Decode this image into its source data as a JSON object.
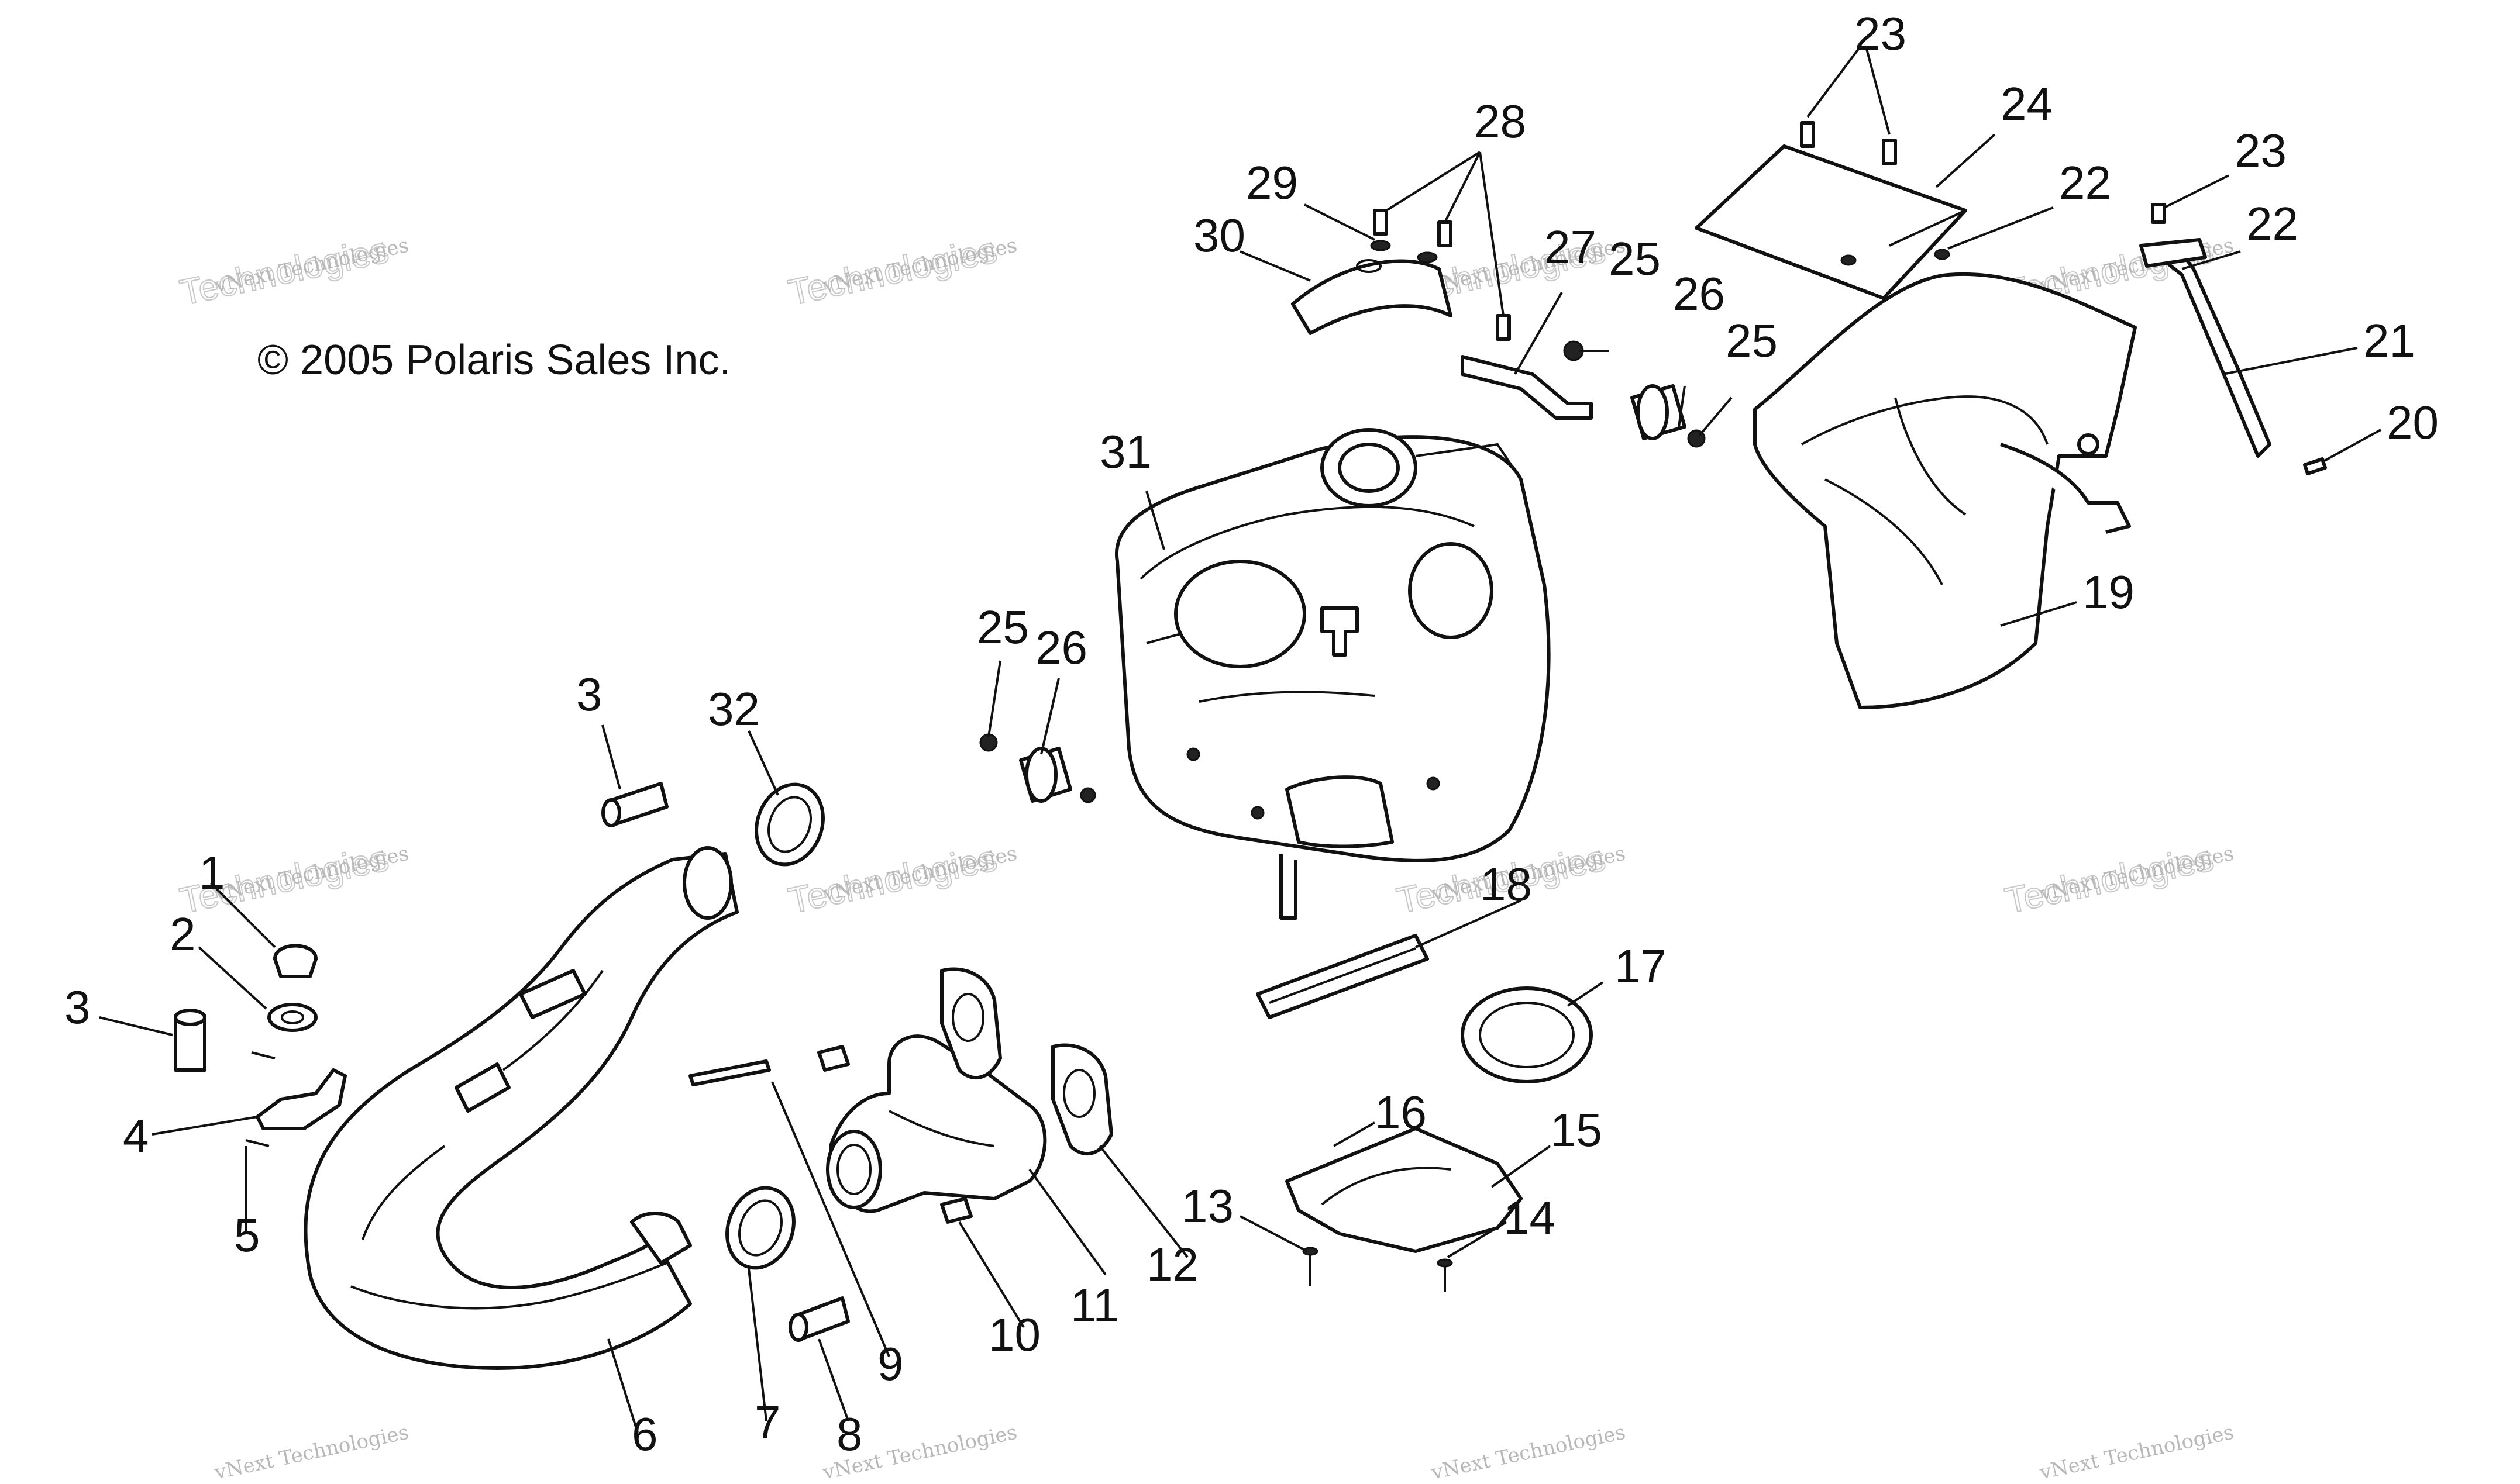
{
  "copyright": "© 2005 Polaris Sales Inc.",
  "watermark": {
    "line1": "vNext Technologies",
    "line2": "Technologies",
    "line3": "vNext"
  },
  "callouts": {
    "c1": "1",
    "c2": "2",
    "c3a": "3",
    "c3b": "3",
    "c4": "4",
    "c5": "5",
    "c6": "6",
    "c7": "7",
    "c8": "8",
    "c9": "9",
    "c10": "10",
    "c11": "11",
    "c12": "12",
    "c13": "13",
    "c14": "14",
    "c15": "15",
    "c16": "16",
    "c17": "17",
    "c18": "18",
    "c19": "19",
    "c20": "20",
    "c21": "21",
    "c22a": "22",
    "c22b": "22",
    "c23a": "23",
    "c23b": "23",
    "c24": "24",
    "c25a": "25",
    "c25b": "25",
    "c25c": "25",
    "c26a": "26",
    "c26b": "26",
    "c27": "27",
    "c28": "28",
    "c29": "29",
    "c30": "30",
    "c31": "31",
    "c32": "32"
  }
}
